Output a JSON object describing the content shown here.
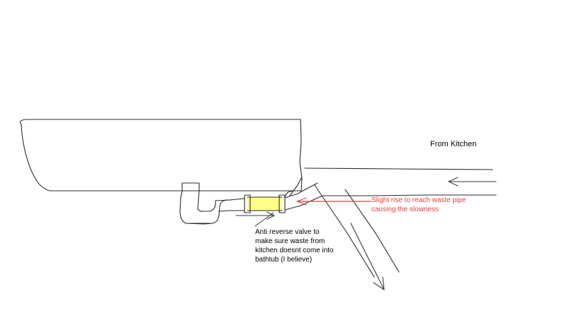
{
  "diagram": {
    "title": "Bathtub waste pipe plumbing sketch",
    "background_color": "#ffffff",
    "line_color": "#2b2b2b",
    "valve_fill_color": "#ffff88",
    "annotation_red_color": "#e8413c",
    "annotation_black_color": "#000000"
  },
  "labels": {
    "from_kitchen": "From Kitchen",
    "valve_note": "Anti reverse valve to\nmake sure waste from\nkitchen doesnt come into\nbathtub (I believe)",
    "rise_note": "Slight rise to reach waste pipe\ncausing the slowness"
  },
  "components": {
    "bathtub": "bathtub-outline",
    "drain_stub": "drain-stub",
    "p_trap": "p-trap",
    "anti_reverse_valve": "anti-reverse-valve",
    "waste_pipe_from_kitchen": "horizontal-waste-pipe",
    "branch_pipe": "diagonal-branch-pipe"
  },
  "flow_arrows": {
    "kitchen_inflow_direction": "left",
    "branch_outflow_direction": "down-right",
    "valve_direction": "right",
    "rise_pointer_direction": "left"
  }
}
